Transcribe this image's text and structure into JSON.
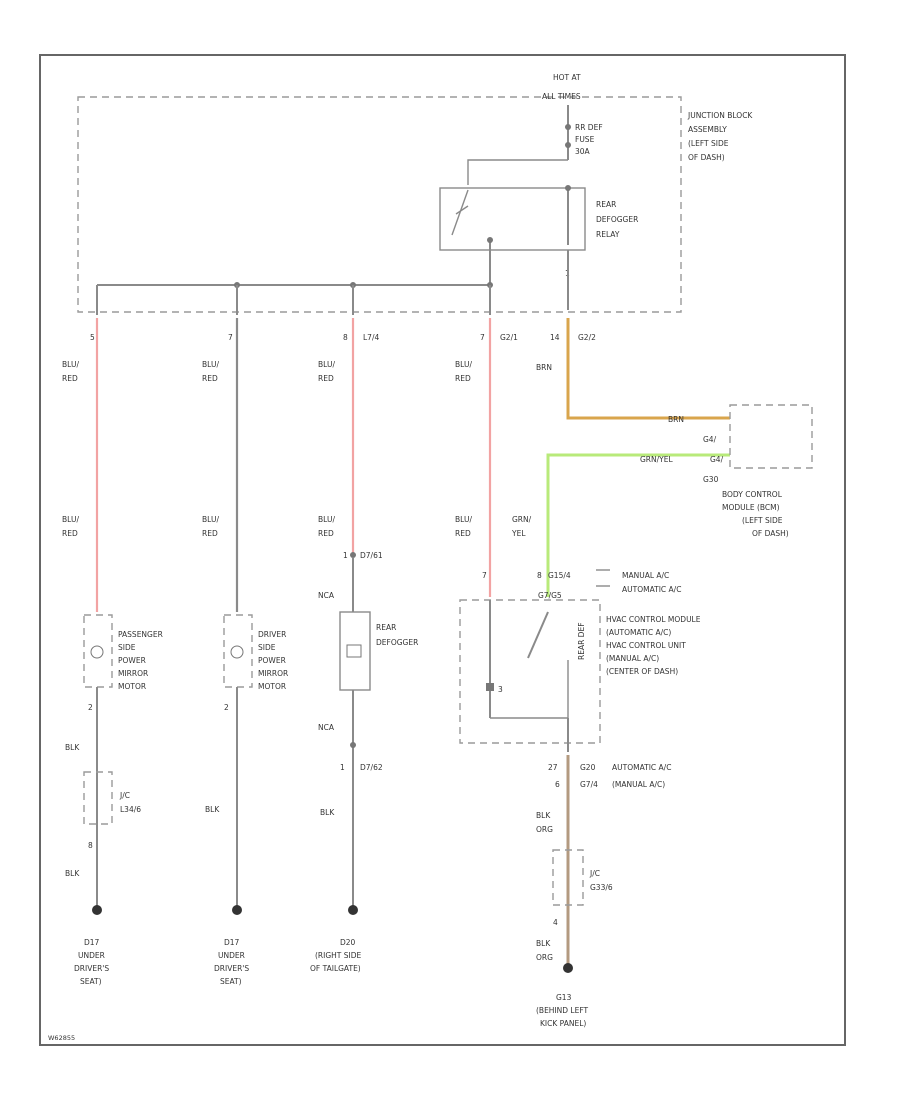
{
  "colors": {
    "red": "#f2a3a3",
    "orange": "#d9a54c",
    "green": "#b8ea7a",
    "brown": "#b39a80",
    "gray": "#8a8a8a"
  },
  "top": {
    "hot_at": "HOT AT",
    "all_times": "ALL TIMES",
    "fuse_1": "RR DEF",
    "fuse_2": "FUSE",
    "fuse_3": "30A",
    "relay_1": "REAR",
    "relay_2": "DEFOGGER",
    "relay_3": "RELAY",
    "jb_1": "JUNCTION BLOCK",
    "jb_2": "ASSEMBLY",
    "jb_3": "(LEFT SIDE",
    "jb_4": "OF DASH)"
  },
  "pins": {
    "p1": "5",
    "p2": "7",
    "p3": "8",
    "p3c": "L7/4",
    "p4": "7",
    "p4c": "G2/1",
    "p5": "14",
    "p5c": "G2/2",
    "relay_pin": "1"
  },
  "wires": {
    "blu_red": "BLU/",
    "red": "RED",
    "brn": "BRN",
    "grn": "GRN/",
    "yel": "YEL",
    "blk": "BLK",
    "org": "ORG",
    "nca": "NCA",
    "grn_yel": "GRN/YEL"
  },
  "bcm": {
    "pin_a": "G4/",
    "pin_b": "G4/",
    "l1": "BODY CONTROL",
    "l2": "MODULE (BCM)",
    "l3": "(LEFT SIDE",
    "l4": "OF DASH)",
    "conn": "G30"
  },
  "hvac": {
    "pin7": "7",
    "pin8": "8",
    "c1": "G15/4",
    "c2": "G7/G5",
    "manual": "MANUAL A/C",
    "automatic": "AUTOMATIC A/C",
    "l1": "HVAC CONTROL MODULE",
    "l2": "(AUTOMATIC A/C)",
    "l3": "HVAC CONTROL UNIT",
    "l4": "(MANUAL A/C)",
    "l5": "(CENTER OF DASH)",
    "side": "REAR DEF",
    "inner": "3",
    "bottom_pin1": "27",
    "bottom_c1": "G20",
    "bottom_t1": "AUTOMATIC A/C",
    "bottom_pin2": "6",
    "bottom_c2": "G7/4",
    "bottom_t2": "(MANUAL A/C)"
  },
  "pass_mirror": {
    "l1": "PASSENGER",
    "l2": "SIDE",
    "l3": "POWER",
    "l4": "MIRROR",
    "l5": "MOTOR",
    "pin": "2"
  },
  "drv_mirror": {
    "l1": "DRIVER",
    "l2": "SIDE",
    "l3": "POWER",
    "l4": "MIRROR",
    "l5": "MOTOR",
    "pin": "2"
  },
  "defogger": {
    "top_pin": "1",
    "top_conn": "D7/61",
    "l1": "REAR",
    "l2": "DEFOGGER",
    "bot_pin": "1",
    "bot_conn": "D7/62"
  },
  "jc_left": {
    "l1": "J/C",
    "l2": "L34/6",
    "pin": "8"
  },
  "jc_right": {
    "l1": "J/C",
    "l2": "G33/6",
    "pin": "4"
  },
  "grounds": {
    "g1_id": "D17",
    "g1_l1": "UNDER",
    "g1_l2": "DRIVER'S",
    "g1_l3": "SEAT)",
    "g2_id": "D17",
    "g2_l1": "UNDER",
    "g2_l2": "DRIVER'S",
    "g2_l3": "SEAT)",
    "g3_id": "D20",
    "g3_l1": "(RIGHT SIDE",
    "g3_l2": "OF TAILGATE)",
    "g4_id": "G13",
    "g4_l1": "(BEHIND LEFT",
    "g4_l2": "KICK PANEL)"
  },
  "footer": {
    "code": "W62855"
  }
}
